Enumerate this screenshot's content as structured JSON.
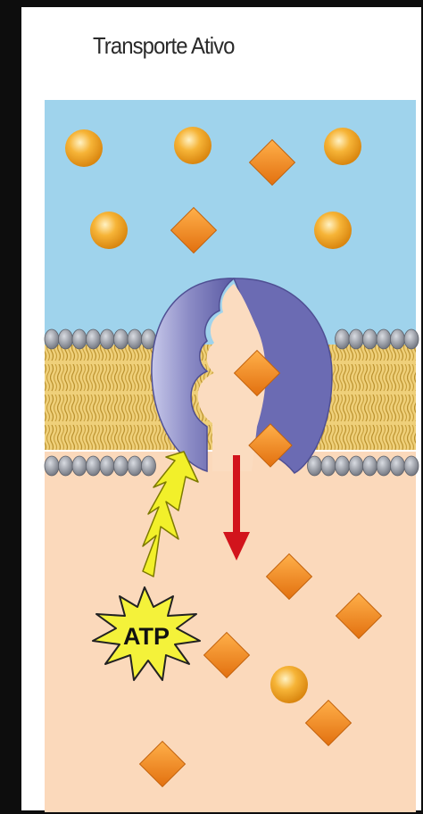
{
  "title": "Transporte Ativo",
  "energy_label": "ATP",
  "colors": {
    "outside": "#9fd3ec",
    "inside": "#fbd9bb",
    "membrane_tails": "#e8c160",
    "head_groups": "#8a8f9a",
    "protein": "#8f8fc8",
    "molecule_orange": "#f08a1e",
    "arrow_red": "#d2141c",
    "lightning_yellow": "#f2f02a"
  },
  "icons": [
    "sphere-molecule",
    "diamond-molecule",
    "lightning-bolt",
    "starburst",
    "arrow-down"
  ]
}
